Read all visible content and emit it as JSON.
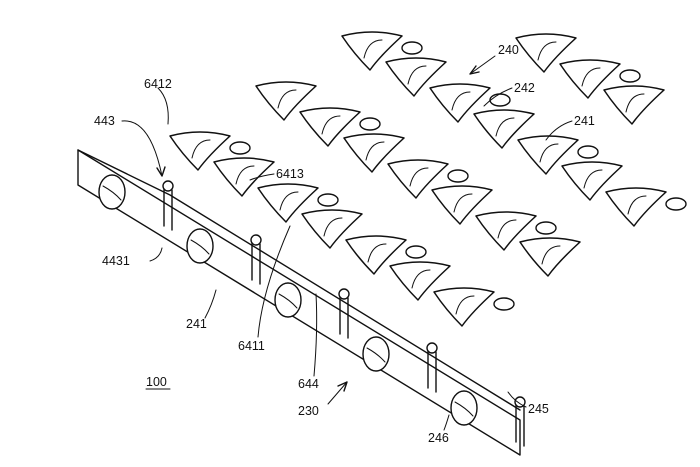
{
  "labels": {
    "ref_240": "240",
    "ref_242": "242",
    "ref_241_top": "241",
    "ref_6412": "6412",
    "ref_443": "443",
    "ref_6413": "6413",
    "ref_4431": "4431",
    "ref_241_front": "241",
    "ref_6411": "6411",
    "ref_644": "644",
    "ref_100": "100",
    "ref_230": "230",
    "ref_245": "245",
    "ref_246": "246"
  },
  "colors": {
    "ink": "#111111",
    "paper": "#ffffff"
  }
}
